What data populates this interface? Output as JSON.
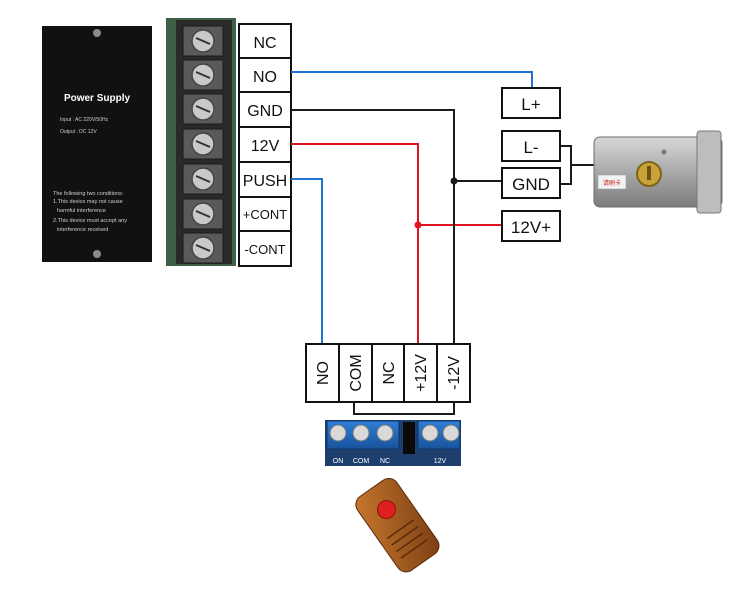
{
  "power_supply": {
    "title": "Power Supply",
    "input_text": "Input : AC 220V/50Hz",
    "output_text": "Output : DC 12V",
    "notice_title": "The following two conditions:",
    "notice_line1": "1.This device may not cause",
    "notice_line2": "harmful interference",
    "notice_line3": "2.This device must accept any",
    "notice_line4": "interference received"
  },
  "terminals": {
    "nc": "NC",
    "no": "NO",
    "gnd": "GND",
    "v12": "12V",
    "push": "PUSH",
    "pcont": "+CONT",
    "ncont": "-CONT"
  },
  "lock_terminals": {
    "lplus": "L+",
    "lminus": "L-",
    "gnd": "GND",
    "v12plus": "12V+"
  },
  "receiver_terminals": {
    "no": "NO",
    "com": "COM",
    "nc": "NC",
    "p12v": "+12V",
    "n12v": "-12V"
  },
  "receiver_board": {
    "label_on": "ON",
    "label_com": "COM",
    "label_nc": "NC",
    "label_12v": "12V"
  },
  "lock": {
    "label": "请刷卡"
  },
  "colors": {
    "blue_wire": "#1e73d2",
    "red_wire": "#e0141e",
    "black_wire": "#1a1a1a"
  }
}
